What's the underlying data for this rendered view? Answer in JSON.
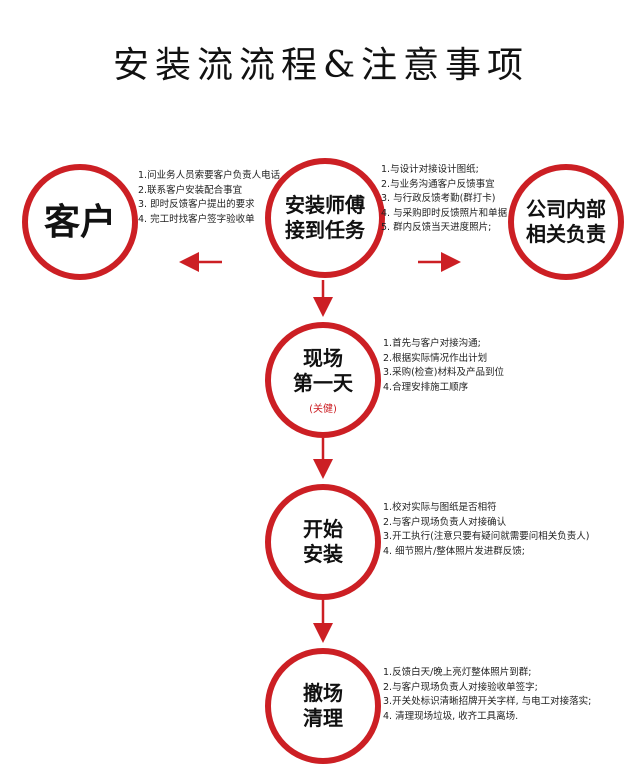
{
  "title": "安装流流程&注意事项",
  "colors": {
    "accent": "#cc1f24",
    "text": "#111111"
  },
  "nodes": {
    "customer": {
      "label": "客户"
    },
    "master": {
      "line1": "安装师傅",
      "line2": "接到任务"
    },
    "company": {
      "line1": "公司内部",
      "line2": "相关负责"
    },
    "day1": {
      "line1": "现场",
      "line2": "第一天",
      "note": "(关健)"
    },
    "start": {
      "line1": "开始",
      "line2": "安装"
    },
    "clean": {
      "line1": "撤场",
      "line2": "清理"
    }
  },
  "lists": {
    "customer": [
      "1.问业务人员索要客户负责人电话",
      "2.联系客户安装配合事宜",
      "3. 即时反馈客户提出的要求",
      "4. 完工时找客户签字验收单"
    ],
    "master": [
      "1.与设计对接设计图纸;",
      "2.与业务沟通客户反馈事宜",
      "3. 与行政反馈考勤(群打卡)",
      "4. 与采购即时反馈照片和单据",
      "5. 群内反馈当天进度照片;"
    ],
    "day1": [
      "1.首先与客户对接沟通;",
      "2.根据实际情况作出计划",
      "3.采购(检查)材料及产品到位",
      "4.合理安排施工顺序"
    ],
    "start": [
      "1.校对实际与图纸是否相符",
      "2.与客户现场负责人对接确认",
      "3.开工执行(注意只要有疑问就需要问相关负责人)",
      "4. 细节照片/整体照片发进群反馈;"
    ],
    "clean": [
      "1.反馈白天/晚上亮灯整体照片到群;",
      "2.与客户现场负责人对接验收单签字;",
      "3.开关处标识清晰招牌开关字样, 与电工对接落实;",
      "4. 清理现场垃圾, 收齐工具离场."
    ]
  }
}
